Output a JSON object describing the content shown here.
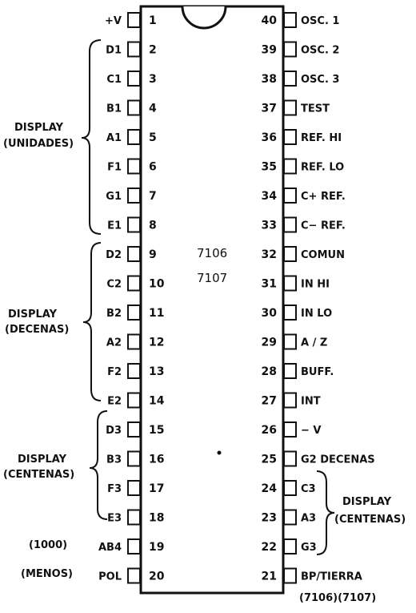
{
  "chip": {
    "labels": [
      "7106",
      "7107"
    ],
    "bottom_note": "(7106)(7107)",
    "left_pins": [
      {
        "num": "1",
        "label": "+V"
      },
      {
        "num": "2",
        "label": "D1"
      },
      {
        "num": "3",
        "label": "C1"
      },
      {
        "num": "4",
        "label": "B1"
      },
      {
        "num": "5",
        "label": "A1"
      },
      {
        "num": "6",
        "label": "F1"
      },
      {
        "num": "7",
        "label": "G1"
      },
      {
        "num": "8",
        "label": "E1"
      },
      {
        "num": "9",
        "label": "D2"
      },
      {
        "num": "10",
        "label": "C2"
      },
      {
        "num": "11",
        "label": "B2"
      },
      {
        "num": "12",
        "label": "A2"
      },
      {
        "num": "13",
        "label": "F2"
      },
      {
        "num": "14",
        "label": "E2"
      },
      {
        "num": "15",
        "label": "D3"
      },
      {
        "num": "16",
        "label": "B3"
      },
      {
        "num": "17",
        "label": "F3"
      },
      {
        "num": "18",
        "label": "E3"
      },
      {
        "num": "19",
        "label": "AB4"
      },
      {
        "num": "20",
        "label": "POL"
      }
    ],
    "right_pins": [
      {
        "num": "40",
        "label": "OSC. 1"
      },
      {
        "num": "39",
        "label": "OSC. 2"
      },
      {
        "num": "38",
        "label": "OSC. 3"
      },
      {
        "num": "37",
        "label": "TEST"
      },
      {
        "num": "36",
        "label": "REF. HI"
      },
      {
        "num": "35",
        "label": "REF. LO"
      },
      {
        "num": "34",
        "label": "C+ REF."
      },
      {
        "num": "33",
        "label": "C− REF."
      },
      {
        "num": "32",
        "label": "COMUN"
      },
      {
        "num": "31",
        "label": "IN  HI"
      },
      {
        "num": "30",
        "label": "IN  LO"
      },
      {
        "num": "29",
        "label": "A / Z"
      },
      {
        "num": "28",
        "label": "BUFF."
      },
      {
        "num": "27",
        "label": "INT"
      },
      {
        "num": "26",
        "label": "− V"
      },
      {
        "num": "25",
        "label": "G2 DECENAS"
      },
      {
        "num": "24",
        "label": "C3"
      },
      {
        "num": "23",
        "label": "A3"
      },
      {
        "num": "22",
        "label": "G3"
      },
      {
        "num": "21",
        "label": "BP/TIERRA"
      }
    ]
  },
  "groups": {
    "unidades": [
      "DISPLAY",
      "(UNIDADES)"
    ],
    "decenas": [
      "DISPLAY",
      "(DECENAS)"
    ],
    "centenas_left": [
      "DISPLAY",
      "(CENTENAS)"
    ],
    "centenas_right": [
      "DISPLAY",
      "(CENTENAS)"
    ]
  },
  "side_notes": {
    "pin19": "(1000)",
    "pin20": "(MENOS)"
  }
}
